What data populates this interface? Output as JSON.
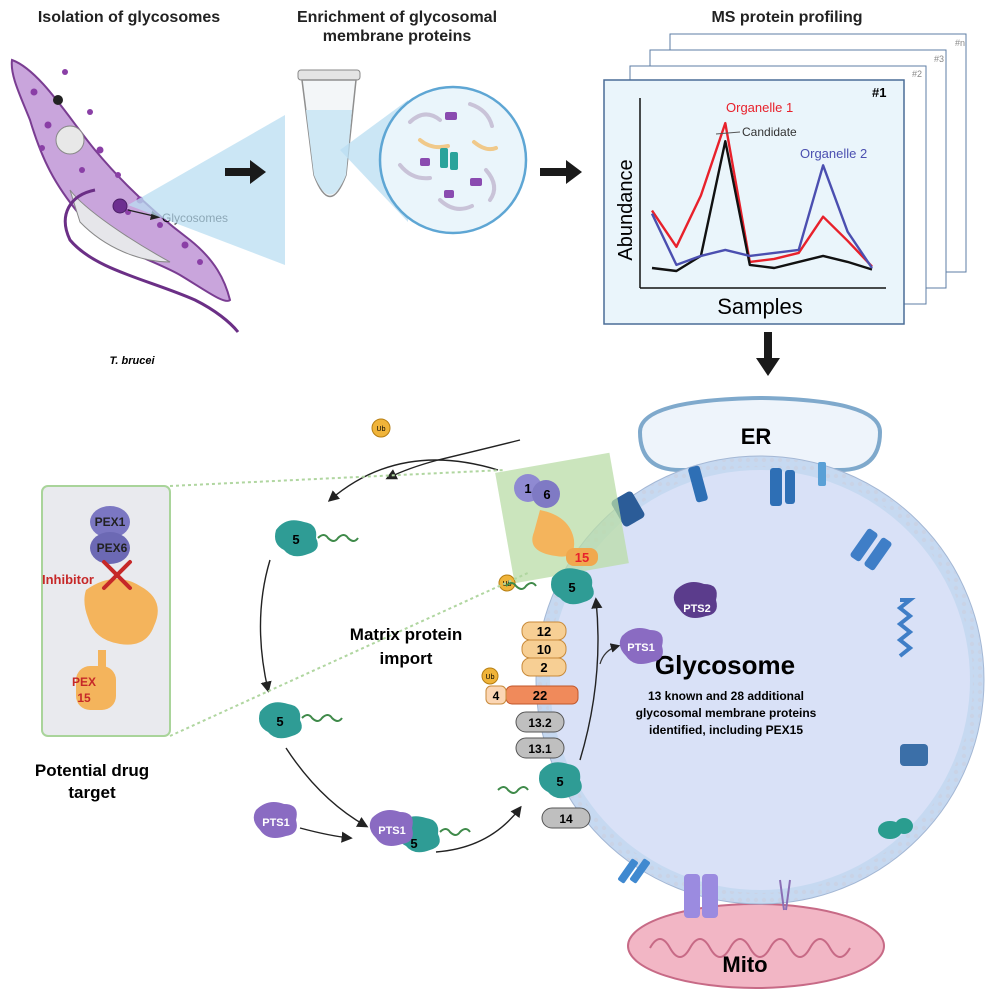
{
  "headers": {
    "isolation": "Isolation of glycosomes",
    "enrichment_line1": "Enrichment of glycosomal",
    "enrichment_line2": "membrane proteins",
    "ms_profiling": "MS protein profiling"
  },
  "trypanosome": {
    "pointer_label": "Glycosomes",
    "species": "T. brucei"
  },
  "ms_panel": {
    "stack_labels": [
      "#1",
      "#2",
      "#3",
      "#n"
    ],
    "ylabel": "Abundance",
    "xlabel": "Samples",
    "legend": {
      "organelle1": "Organelle 1",
      "candidate": "Candidate",
      "organelle2": "Organelle 2"
    },
    "colors": {
      "organelle1": "#e8212b",
      "candidate": "#111111",
      "organelle2": "#4b4fb0"
    }
  },
  "chart_data": {
    "type": "line",
    "title": "",
    "xlabel": "Samples",
    "ylabel": "Abundance",
    "x": [
      1,
      2,
      3,
      4,
      5,
      6,
      7,
      8,
      9,
      10
    ],
    "series": [
      {
        "name": "Organelle 1",
        "values": [
          0.42,
          0.18,
          0.52,
          1.0,
          0.08,
          0.1,
          0.14,
          0.38,
          0.22,
          0.05
        ]
      },
      {
        "name": "Candidate",
        "values": [
          0.04,
          0.02,
          0.12,
          0.88,
          0.06,
          0.04,
          0.08,
          0.12,
          0.08,
          0.03
        ]
      },
      {
        "name": "Organelle 2",
        "values": [
          0.4,
          0.06,
          0.12,
          0.16,
          0.12,
          0.14,
          0.16,
          0.72,
          0.28,
          0.04
        ]
      }
    ],
    "ylim": [
      0,
      1.1
    ],
    "grid": false,
    "legend": "inline labels"
  },
  "pathway": {
    "title_line1": "Matrix protein",
    "title_line2": "import",
    "pex5_label": "5",
    "pts1_label": "PTS1",
    "pts2_label": "PTS2",
    "ub_label": "Ub",
    "pex_complex": {
      "p1": "1",
      "p6": "6",
      "p15": "15",
      "p12": "12",
      "p10": "10",
      "p2": "2",
      "p4": "4",
      "p22": "22",
      "p13_2": "13.2",
      "p13_1": "13.1",
      "p14": "14"
    }
  },
  "glycosome": {
    "title": "Glycosome",
    "line1": "13 known and 28 additional",
    "line2": "glycosomal membrane proteins",
    "line3": "identified, including PEX15",
    "er_label": "ER",
    "mito_label": "Mito"
  },
  "drug_target": {
    "pex1": "PEX1",
    "pex6": "PEX6",
    "inhibitor": "Inhibitor",
    "pex15_line1": "PEX",
    "pex15_line2": "15",
    "caption_line1": "Potential drug",
    "caption_line2": "target"
  }
}
